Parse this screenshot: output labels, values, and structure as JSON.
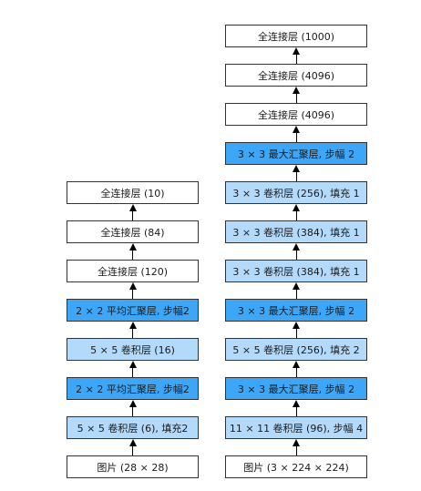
{
  "colors": {
    "plain": "#ffffff",
    "light": "#b3d9fb",
    "strong": "#3ea6f7",
    "border": "#333333"
  },
  "lenet": {
    "layers": [
      {
        "label": "图片 (28 × 28)",
        "style": "plain"
      },
      {
        "label": "5 × 5 卷积层 (6), 填充2",
        "style": "light"
      },
      {
        "label": "2 × 2 平均汇聚层, 步幅2",
        "style": "strong"
      },
      {
        "label": "5 × 5 卷积层 (16)",
        "style": "light"
      },
      {
        "label": "2 × 2 平均汇聚层, 步幅2",
        "style": "strong"
      },
      {
        "label": "全连接层 (120)",
        "style": "plain"
      },
      {
        "label": "全连接层 (84)",
        "style": "plain"
      },
      {
        "label": "全连接层 (10)",
        "style": "plain"
      }
    ]
  },
  "alexnet": {
    "layers": [
      {
        "label": "图片 (3 × 224 × 224)",
        "style": "plain"
      },
      {
        "label": "11 × 11 卷积层 (96), 步幅 4",
        "style": "light"
      },
      {
        "label": "3 × 3 最大汇聚层, 步幅 2",
        "style": "strong"
      },
      {
        "label": "5 × 5 卷积层 (256), 填充 2",
        "style": "light"
      },
      {
        "label": "3 × 3 最大汇聚层, 步幅 2",
        "style": "strong"
      },
      {
        "label": "3 × 3 卷积层 (384), 填充 1",
        "style": "light"
      },
      {
        "label": "3 × 3 卷积层 (384), 填充 1",
        "style": "light"
      },
      {
        "label": "3 × 3 卷积层 (256), 填充 1",
        "style": "light"
      },
      {
        "label": "3 × 3 最大汇聚层, 步幅 2",
        "style": "strong"
      },
      {
        "label": "全连接层 (4096)",
        "style": "plain"
      },
      {
        "label": "全连接层 (4096)",
        "style": "plain"
      },
      {
        "label": "全连接层 (1000)",
        "style": "plain"
      }
    ]
  }
}
